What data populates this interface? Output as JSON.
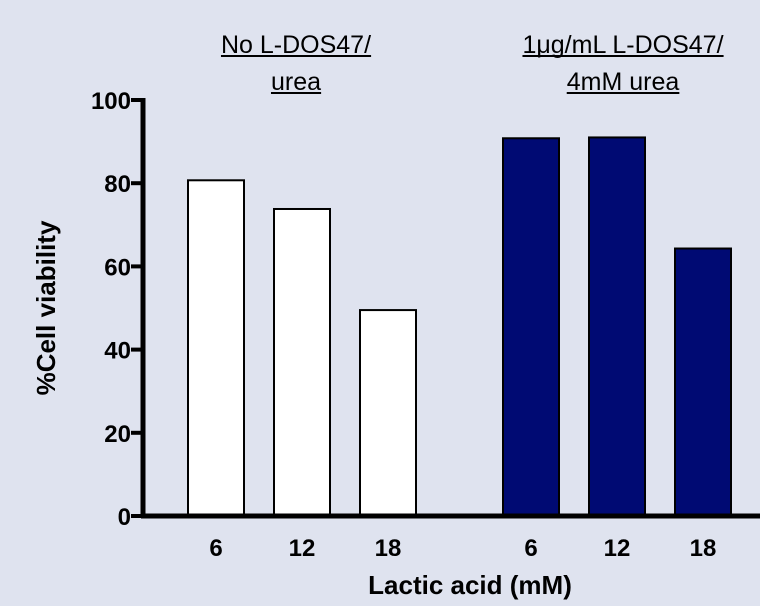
{
  "chart_data": {
    "type": "bar",
    "title": "",
    "xlabel": "Lactic acid (mM)",
    "ylabel": "%Cell viability",
    "ylim": [
      0,
      100
    ],
    "yticks": [
      0,
      20,
      40,
      60,
      80,
      100
    ],
    "grid": false,
    "groups": [
      {
        "label_lines": [
          "No L-DOS47/",
          "urea"
        ],
        "color": "#ffffff",
        "categories": [
          "6",
          "12",
          "18"
        ],
        "values": [
          80.7,
          73.8,
          49.5
        ]
      },
      {
        "label_lines": [
          "1μg/mL L-DOS47/",
          "4mM urea"
        ],
        "color": "#000a73",
        "categories": [
          "6",
          "12",
          "18"
        ],
        "values": [
          90.8,
          91.0,
          64.3
        ]
      }
    ]
  },
  "colors": {
    "background": "#dfe3ef",
    "axis": "#000000",
    "bar_outline": "#000000"
  }
}
